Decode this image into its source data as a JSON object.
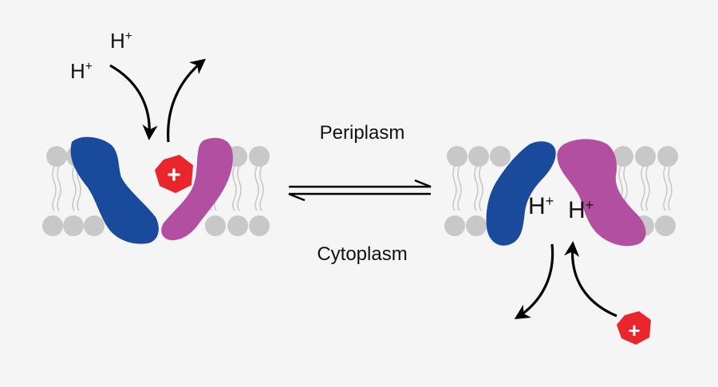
{
  "labels": {
    "periplasm": "Periplasm",
    "cytoplasm": "Cytoplasm",
    "proton_left_top": "H+",
    "proton_left_bottom": "H+",
    "proton_right_a": "H+",
    "proton_right_b": "H+",
    "cation_symbol": "+"
  },
  "colors": {
    "background": "#f5f5f5",
    "lipid": "#c8c8c8",
    "blue_domain": "#1a4a9c",
    "magenta_domain": "#b34fa0",
    "cation": "#e8262b",
    "arrow": "#000000"
  }
}
